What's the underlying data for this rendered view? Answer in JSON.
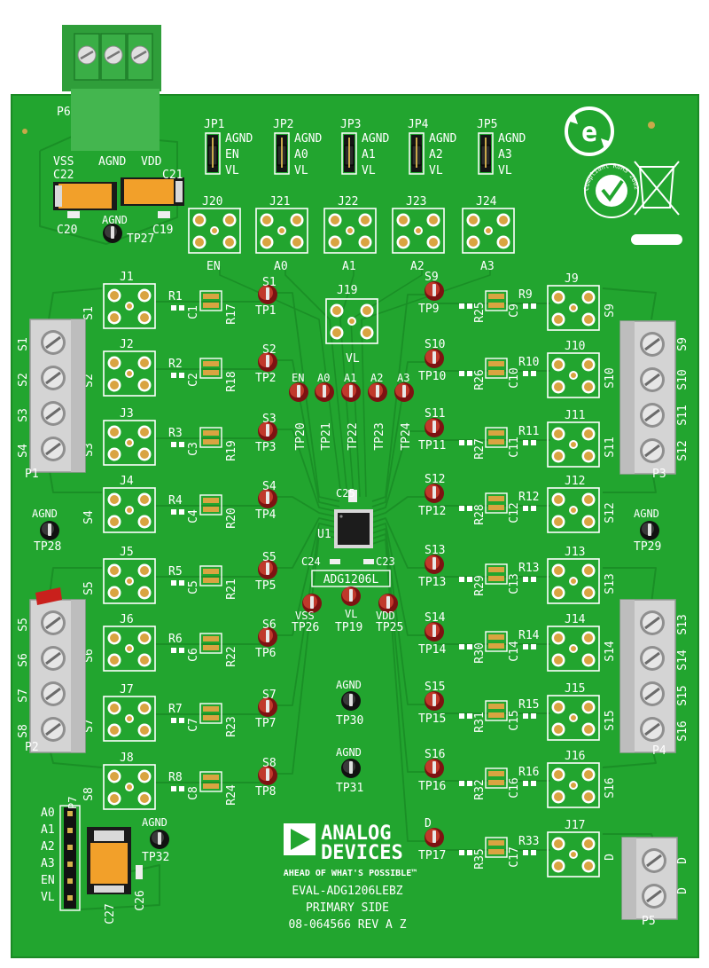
{
  "board": {
    "pcb_color": "#22a52f",
    "trace_color": "#1a8f26",
    "silk_color": "#ffffff",
    "pad_color": "#d9a441",
    "terminal_color": "#cfcfcf",
    "screw_terminal_color": "#3cb54a"
  },
  "branding": {
    "company_line1": "ANALOG",
    "company_line2": "DEVICES",
    "tagline": "AHEAD OF WHAT'S POSSIBLE™",
    "model": "EVAL-ADG1206LEBZ",
    "side": "PRIMARY SIDE",
    "revision": "08-064566 REV A Z"
  },
  "chip": {
    "ref": "U1",
    "part": "ADG1206L"
  },
  "power_connector": {
    "ref": "P6",
    "pins": [
      "VSS",
      "AGND",
      "VDD"
    ]
  },
  "jumpers": [
    {
      "ref": "JP1",
      "top": "AGND",
      "mid": "EN",
      "bot": "VL"
    },
    {
      "ref": "JP2",
      "top": "AGND",
      "mid": "A0",
      "bot": "VL"
    },
    {
      "ref": "JP3",
      "top": "AGND",
      "mid": "A1",
      "bot": "VL"
    },
    {
      "ref": "JP4",
      "top": "AGND",
      "mid": "A2",
      "bot": "VL"
    },
    {
      "ref": "JP5",
      "top": "AGND",
      "mid": "A3",
      "bot": "VL"
    }
  ],
  "top_sma": [
    {
      "ref": "J20",
      "label": "EN"
    },
    {
      "ref": "J21",
      "label": "A0"
    },
    {
      "ref": "J22",
      "label": "A1"
    },
    {
      "ref": "J23",
      "label": "A2"
    },
    {
      "ref": "J24",
      "label": "A3"
    }
  ],
  "center_sma": {
    "ref": "J19",
    "label": "VL"
  },
  "left_channels": [
    {
      "j": "J1",
      "s": "S1",
      "r": "R1",
      "rb": "R17",
      "c": "C1",
      "tp": "TP1",
      "tl": "S1"
    },
    {
      "j": "J2",
      "s": "S2",
      "r": "R2",
      "rb": "R18",
      "c": "C2",
      "tp": "TP2",
      "tl": "S2"
    },
    {
      "j": "J3",
      "s": "S3",
      "r": "R3",
      "rb": "R19",
      "c": "C3",
      "tp": "TP3",
      "tl": "S3"
    },
    {
      "j": "J4",
      "s": "S4",
      "r": "R4",
      "rb": "R20",
      "c": "C4",
      "tp": "TP4",
      "tl": "S4"
    },
    {
      "j": "J5",
      "s": "S5",
      "r": "R5",
      "rb": "R21",
      "c": "C5",
      "tp": "TP5",
      "tl": "S5"
    },
    {
      "j": "J6",
      "s": "S6",
      "r": "R6",
      "rb": "R22",
      "c": "C6",
      "tp": "TP6",
      "tl": "S6"
    },
    {
      "j": "J7",
      "s": "S7",
      "r": "R7",
      "rb": "R23",
      "c": "C7",
      "tp": "TP7",
      "tl": "S7"
    },
    {
      "j": "J8",
      "s": "S8",
      "r": "R8",
      "rb": "R24",
      "c": "C8",
      "tp": "TP8",
      "tl": "S8"
    }
  ],
  "right_channels": [
    {
      "j": "J9",
      "s": "S9",
      "r": "R9",
      "rb": "R25",
      "c": "C9",
      "tp": "TP9",
      "tl": "S9"
    },
    {
      "j": "J10",
      "s": "S10",
      "r": "R10",
      "rb": "R26",
      "c": "C10",
      "tp": "TP10",
      "tl": "S10"
    },
    {
      "j": "J11",
      "s": "S11",
      "r": "R11",
      "rb": "R27",
      "c": "C11",
      "tp": "TP11",
      "tl": "S11"
    },
    {
      "j": "J12",
      "s": "S12",
      "r": "R12",
      "rb": "R28",
      "c": "C12",
      "tp": "TP12",
      "tl": "S12"
    },
    {
      "j": "J13",
      "s": "S13",
      "r": "R13",
      "rb": "R29",
      "c": "C13",
      "tp": "TP13",
      "tl": "S13"
    },
    {
      "j": "J14",
      "s": "S14",
      "r": "R14",
      "rb": "R30",
      "c": "C14",
      "tp": "TP14",
      "tl": "S14"
    },
    {
      "j": "J15",
      "s": "S15",
      "r": "R15",
      "rb": "R31",
      "c": "C15",
      "tp": "TP15",
      "tl": "S15"
    },
    {
      "j": "J16",
      "s": "S16",
      "r": "R16",
      "rb": "R32",
      "c": "C16",
      "tp": "TP16",
      "tl": "S16"
    },
    {
      "j": "J17",
      "s": "D",
      "r": "R33",
      "rb": "R35",
      "c": "C17",
      "tp": "TP17",
      "tl": "D"
    }
  ],
  "center_testpoints": [
    {
      "ref": "TP20",
      "label": "EN"
    },
    {
      "ref": "TP21",
      "label": "A0"
    },
    {
      "ref": "TP22",
      "label": "A1"
    },
    {
      "ref": "TP23",
      "label": "A2"
    },
    {
      "ref": "TP24",
      "label": "A3"
    }
  ],
  "supply_testpoints": [
    {
      "ref": "TP26",
      "label": "VSS"
    },
    {
      "ref": "TP19",
      "label": "VL"
    },
    {
      "ref": "TP25",
      "label": "VDD"
    }
  ],
  "agnd_testpoints": [
    {
      "ref": "TP27",
      "label": "AGND"
    },
    {
      "ref": "TP28",
      "label": "AGND"
    },
    {
      "ref": "TP29",
      "label": "AGND"
    },
    {
      "ref": "TP30",
      "label": "AGND"
    },
    {
      "ref": "TP31",
      "label": "AGND"
    },
    {
      "ref": "TP32",
      "label": "AGND"
    }
  ],
  "terminals": {
    "p1": {
      "ref": "P1",
      "labels": [
        "S1",
        "S2",
        "S3",
        "S4"
      ]
    },
    "p2": {
      "ref": "P2",
      "labels": [
        "S5",
        "S6",
        "S7",
        "S8"
      ]
    },
    "p3": {
      "ref": "P3",
      "labels": [
        "S9",
        "S10",
        "S11",
        "S12"
      ]
    },
    "p4": {
      "ref": "P4",
      "labels": [
        "S13",
        "S14",
        "S15",
        "S16"
      ]
    },
    "p5": {
      "ref": "P5",
      "labels": [
        "D",
        "D"
      ]
    }
  },
  "header_p7": {
    "ref": "P7",
    "labels": [
      "A0",
      "A1",
      "A2",
      "A3",
      "EN",
      "VL"
    ]
  },
  "caps": {
    "c19": "C19",
    "c20": "C20",
    "c21": "C21",
    "c22": "C22",
    "c23": "C23",
    "c24": "C24",
    "c25": "C25",
    "c26": "C26",
    "c27": "C27"
  },
  "compliance": {
    "rohs_text": "Compliant RoHS 2002/95/EC",
    "recycle_letter": "e"
  }
}
